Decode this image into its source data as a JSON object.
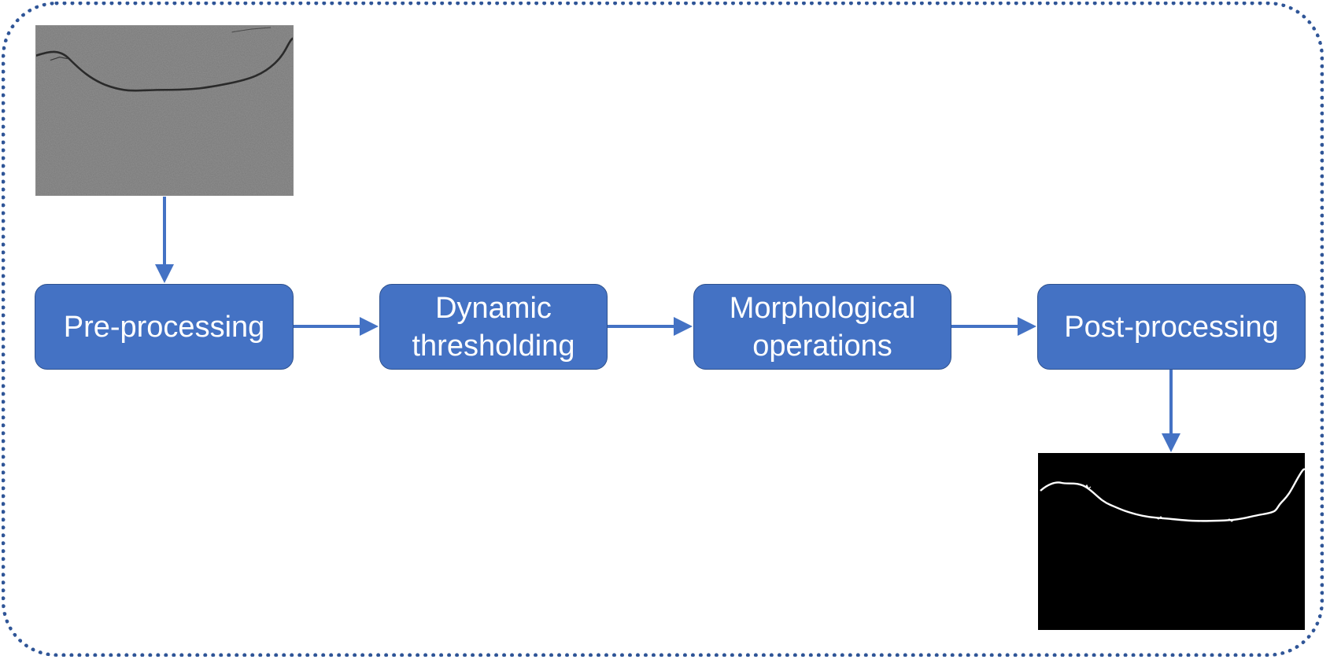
{
  "diagram": {
    "steps": [
      {
        "label": "Pre-processing"
      },
      {
        "label": "Dynamic\nthresholding"
      },
      {
        "label": "Morphological\noperations"
      },
      {
        "label": "Post-processing"
      }
    ],
    "input_image": "pavement-crack-photo",
    "output_image": "binary-crack-mask",
    "colors": {
      "step_fill": "#4472c4",
      "step_border": "#2f528f",
      "arrow": "#4472c4",
      "frame_border": "#2f5597"
    }
  }
}
